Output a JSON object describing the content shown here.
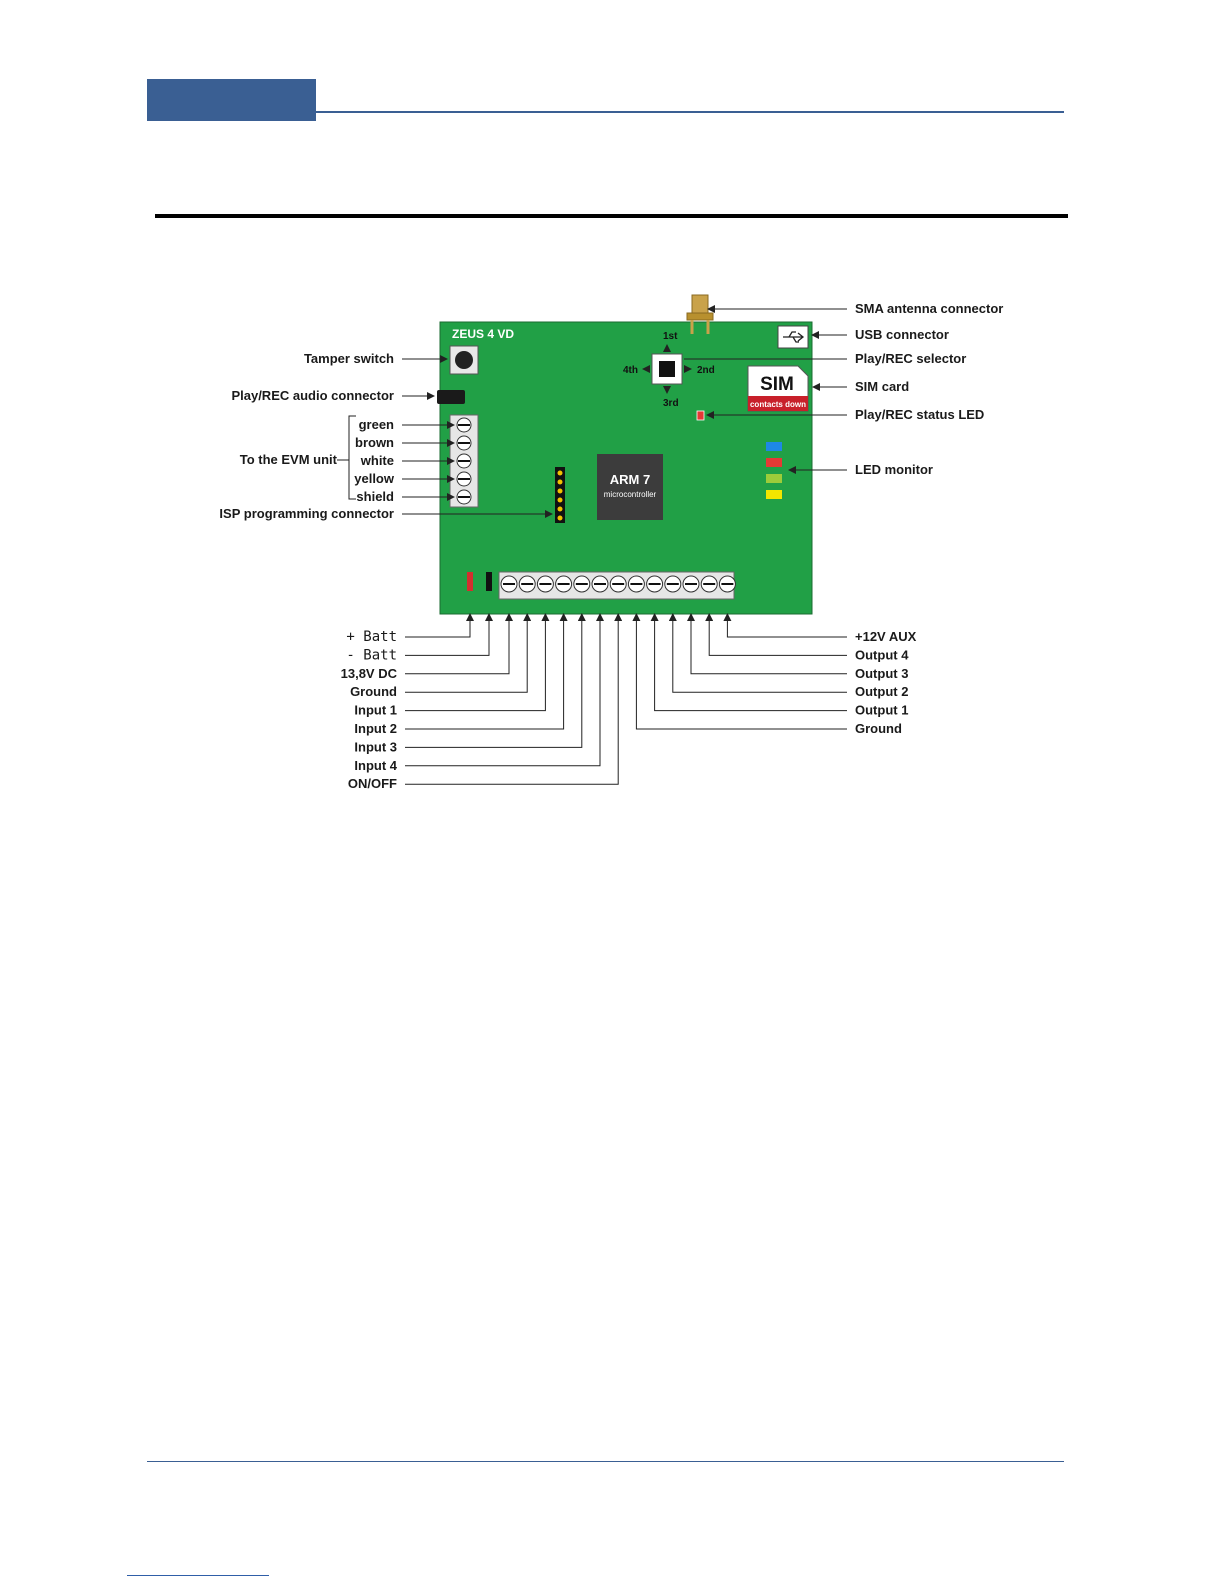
{
  "board": {
    "name": "ZEUS 4 VD",
    "mcu_title": "ARM 7",
    "mcu_subtitle": "microcontroller",
    "sim_title": "SIM",
    "sim_subtitle": "contacts down",
    "selector_positions": {
      "first": "1st",
      "second": "2nd",
      "third": "3rd",
      "fourth": "4th"
    },
    "colors": {
      "pcb": "#21a046",
      "mcu": "#3c3c3c",
      "sim_band": "#c8202a",
      "antenna": "#c9a24a"
    }
  },
  "labels_left": {
    "tamper": "Tamper switch",
    "audio": "Play/REC audio connector",
    "evm_group": "To the EVM unit",
    "evm_wires": [
      "green",
      "brown",
      "white",
      "yellow",
      "shield"
    ],
    "isp": "ISP programming connector"
  },
  "labels_right": {
    "sma": "SMA antenna connector",
    "usb": "USB connector",
    "selector": "Play/REC selector",
    "sim": "SIM card",
    "status_led": "Play/REC status LED",
    "led_monitor": "LED monitor"
  },
  "terminals_left": [
    "+ Batt",
    "- Batt",
    "13,8V DC",
    "Ground",
    "Input 1",
    "Input 2",
    "Input 3",
    "Input 4",
    "ON/OFF"
  ],
  "terminals_right": [
    "+12V AUX",
    "Output 4",
    "Output 3",
    "Output 2",
    "Output 1",
    "Ground"
  ],
  "led_colors": [
    "#1e88e5",
    "#e53935",
    "#9ccc3a",
    "#f2e600"
  ]
}
